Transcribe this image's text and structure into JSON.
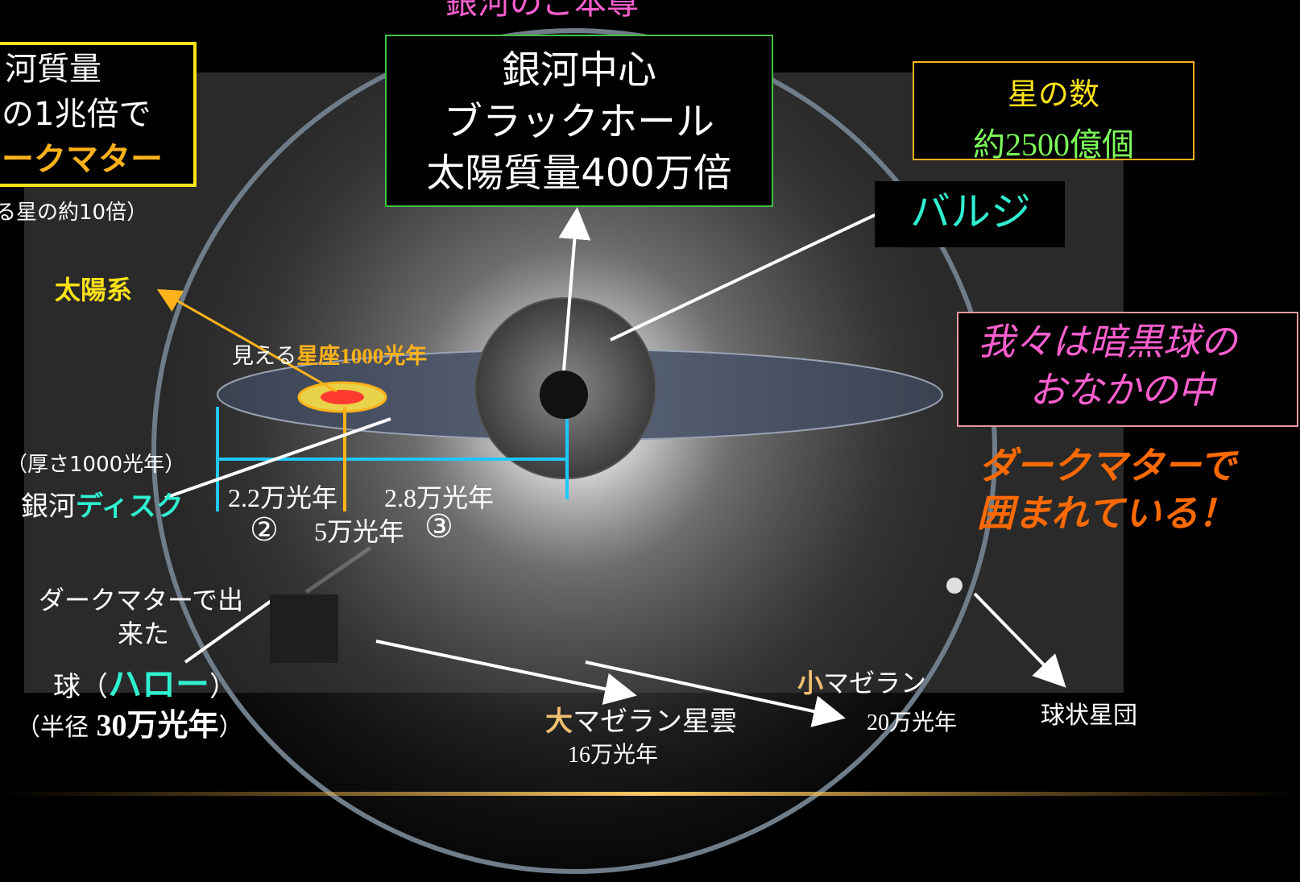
{
  "title_partial": "銀河のご本尊",
  "dark_matter_box": {
    "line1": "河質量",
    "line2": "の1兆倍で",
    "line3": "ークマター"
  },
  "star_ratio_note": "る星の約10倍）",
  "center_box": {
    "line1": "銀河中心",
    "line2": "ブラックホール",
    "line3": "太陽質量400万倍"
  },
  "star_count_box": {
    "line1": "星の数",
    "line2_prefix": "約",
    "line2_value": "2500",
    "line2_suffix": "億個"
  },
  "bulge_label": "バルジ",
  "solar_system_label": "太陽系",
  "visible_constellations": {
    "prefix": "見える",
    "highlight": "星座",
    "distance": "1000光年"
  },
  "disk_thickness": "（厚さ1000光年）",
  "galactic_disk": {
    "prefix": "銀河",
    "highlight": "ディスク"
  },
  "distances": {
    "d1": "2.2万光年",
    "d2": "2.8万光年",
    "d_total": "5万光年",
    "circle2": "②",
    "circle3": "③"
  },
  "halo": {
    "line1": "ダークマターで出",
    "line2": "来た",
    "line3_prefix": "球（",
    "line3_highlight": "ハロー",
    "line3_suffix": "）",
    "radius_prefix": "（半径 ",
    "radius_value": "30万光年",
    "radius_suffix": "）"
  },
  "right_box": {
    "line1": "我々は暗黒球の",
    "line2": "おなかの中"
  },
  "surrounded": {
    "line1": "ダークマターで",
    "line2": "囲まれている！"
  },
  "lmc": {
    "highlight": "大",
    "name": "マゼラン星雲",
    "distance": "16万光年"
  },
  "smc": {
    "highlight": "小",
    "name": "マゼラン",
    "distance": "20万光年"
  },
  "globular_cluster": "球状星団",
  "colors": {
    "yellow": "#ffe21a",
    "orange": "#ffb21a",
    "cyan": "#2ff0d0",
    "magenta": "#ff5fd0",
    "green_border": "#3ec23e",
    "star_green": "#7dff5a",
    "red_orange": "#ff6a00",
    "pink_border": "#e89aa0"
  }
}
